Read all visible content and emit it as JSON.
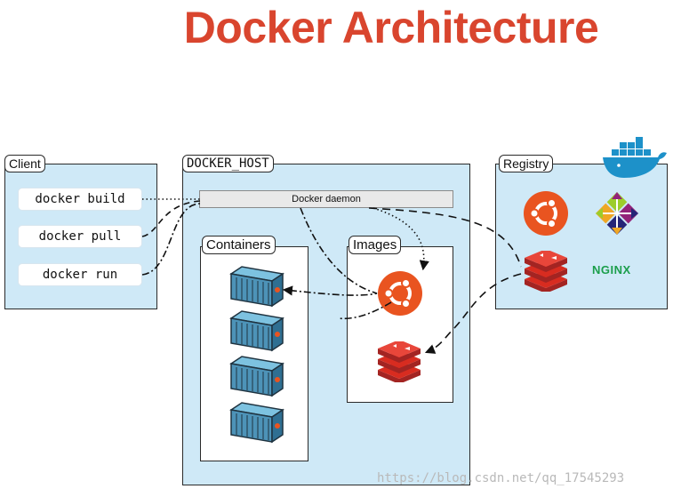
{
  "title": "Docker Architecture",
  "colors": {
    "title": "#d9452e",
    "panel_fill": "#cfe9f7",
    "inner_panel_fill": "#ffffff",
    "ubuntu_orange": "#e95420",
    "redis_red": "#c9302c",
    "container_blue": "#4d93b8",
    "docker_blue": "#1d91c9",
    "nginx_green": "#1b9e4b"
  },
  "client": {
    "label": "Client",
    "commands": [
      "docker build",
      "docker pull",
      "docker run"
    ]
  },
  "docker_host": {
    "label": "DOCKER_HOST",
    "daemon_label": "Docker daemon",
    "containers_label": "Containers",
    "images_label": "Images"
  },
  "registry": {
    "label": "Registry",
    "nginx_label": "NGINX"
  },
  "icons": [
    "docker-whale-icon",
    "ubuntu-icon",
    "centos-icon",
    "redis-icon",
    "nginx-logo",
    "container-icon"
  ],
  "watermark": "https://blog.csdn.net/qq_17545293"
}
